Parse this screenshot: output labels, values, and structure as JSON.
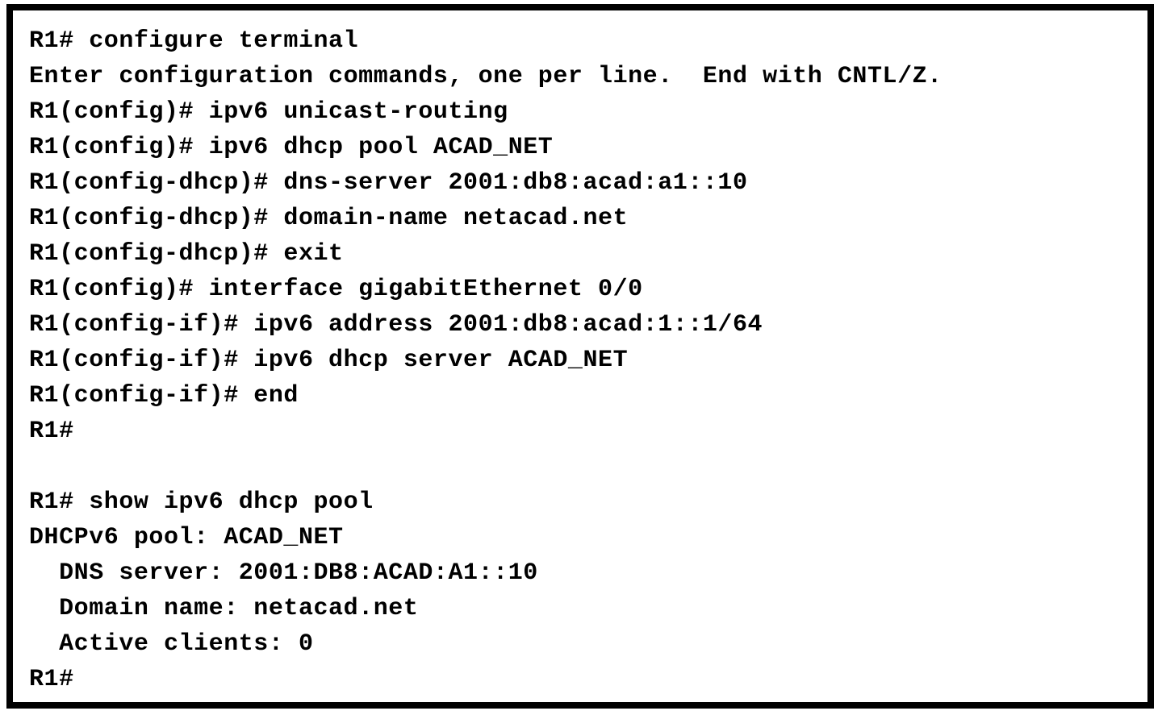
{
  "window": {
    "kind": "terminal-capture",
    "frame_color": "#000000",
    "background_color": "#ffffff",
    "text_color": "#000000"
  },
  "terminal": {
    "device_hostname": "R1",
    "lines": [
      {
        "id": "line-1",
        "text": "R1# configure terminal",
        "kind": "command"
      },
      {
        "id": "line-2",
        "text": "Enter configuration commands, one per line.  End with CNTL/Z.",
        "kind": "output"
      },
      {
        "id": "line-3",
        "text": "R1(config)# ipv6 unicast-routing",
        "kind": "command"
      },
      {
        "id": "line-4",
        "text": "R1(config)# ipv6 dhcp pool ACAD_NET",
        "kind": "command"
      },
      {
        "id": "line-5",
        "text": "R1(config-dhcp)# dns-server 2001:db8:acad:a1::10",
        "kind": "command"
      },
      {
        "id": "line-6",
        "text": "R1(config-dhcp)# domain-name netacad.net",
        "kind": "command"
      },
      {
        "id": "line-7",
        "text": "R1(config-dhcp)# exit",
        "kind": "command"
      },
      {
        "id": "line-8",
        "text": "R1(config)# interface gigabitEthernet 0/0",
        "kind": "command"
      },
      {
        "id": "line-9",
        "text": "R1(config-if)# ipv6 address 2001:db8:acad:1::1/64",
        "kind": "command"
      },
      {
        "id": "line-10",
        "text": "R1(config-if)# ipv6 dhcp server ACAD_NET",
        "kind": "command"
      },
      {
        "id": "line-11",
        "text": "R1(config-if)# end",
        "kind": "command"
      },
      {
        "id": "line-12",
        "text": "R1#",
        "kind": "prompt"
      },
      {
        "id": "line-13",
        "text": "",
        "kind": "blank"
      },
      {
        "id": "line-14",
        "text": "R1# show ipv6 dhcp pool",
        "kind": "command"
      },
      {
        "id": "line-15",
        "text": "DHCPv6 pool: ACAD_NET",
        "kind": "output"
      },
      {
        "id": "line-16",
        "text": "  DNS server: 2001:DB8:ACAD:A1::10",
        "kind": "output"
      },
      {
        "id": "line-17",
        "text": "  Domain name: netacad.net",
        "kind": "output"
      },
      {
        "id": "line-18",
        "text": "  Active clients: 0",
        "kind": "output"
      },
      {
        "id": "line-19",
        "text": "R1#",
        "kind": "prompt"
      }
    ]
  }
}
